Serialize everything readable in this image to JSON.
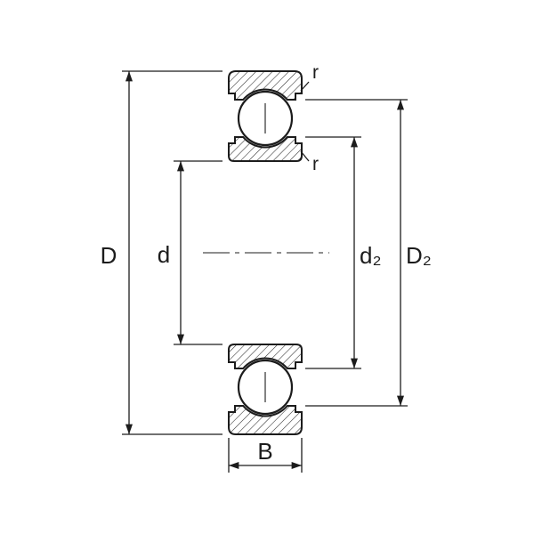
{
  "diagram": {
    "kind": "deep-groove-ball-bearing-dimension-drawing",
    "labels": {
      "outer_diameter": "D",
      "bore_diameter": "d",
      "inner_shoulder_diameter": "d₂",
      "outer_recess_diameter": "D₂",
      "width": "B",
      "chamfer_outer": "r",
      "chamfer_inner": "r"
    },
    "colors": {
      "line": "#1c1c1c",
      "background": "#ffffff"
    }
  }
}
